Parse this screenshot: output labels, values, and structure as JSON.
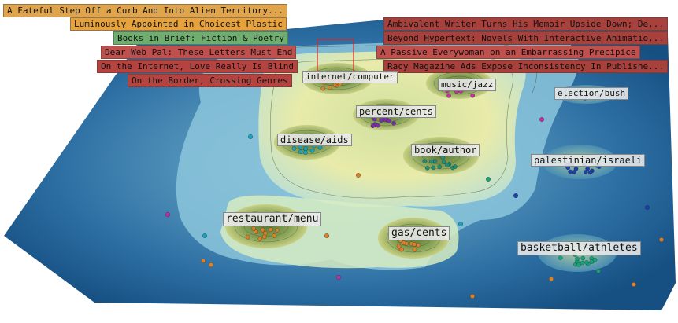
{
  "headlines_left": [
    {
      "text": "A Fateful Step Off a Curb And Into Alien Territory...",
      "color": "#e0a44a"
    },
    {
      "text": "Luminously Appointed in Choicest Plastic",
      "color": "#e8a23c"
    },
    {
      "text": "Books in Brief: Fiction & Poetry",
      "color": "#6fae6f"
    },
    {
      "text": "Dear Web Pal: These Letters Must End",
      "color": "#c0504d"
    },
    {
      "text": "On the Internet, Love Really Is Blind",
      "color": "#b5433f"
    },
    {
      "text": "On the Border, Crossing Genres",
      "color": "#b5433f"
    }
  ],
  "headlines_right": [
    {
      "text": "Ambivalent Writer Turns His Memoir Upside Down; De...",
      "color": "#a8403c"
    },
    {
      "text": "Beyond Hypertext: Novels With Interactive Animatio...",
      "color": "#a8403c"
    },
    {
      "text": "A Passive Everywoman on an Embarrassing Precipice",
      "color": "#c0504d"
    },
    {
      "text": "Racy Magazine Ads Expose Inconsistency In Publishe...",
      "color": "#a8403c"
    }
  ],
  "clusters": [
    {
      "label": "internet/computer"
    },
    {
      "label": "music/jazz"
    },
    {
      "label": "election/bush"
    },
    {
      "label": "percent/cents"
    },
    {
      "label": "disease/aids"
    },
    {
      "label": "book/author"
    },
    {
      "label": "palestinian/israeli"
    },
    {
      "label": "restaurant/menu"
    },
    {
      "label": "gas/cents"
    },
    {
      "label": "basketball/athletes"
    }
  ],
  "colors": {
    "ocean": "#1f5f93",
    "shallow": "#6fb2cf",
    "land": "#e9eba0",
    "hill": "#6f8f45"
  }
}
